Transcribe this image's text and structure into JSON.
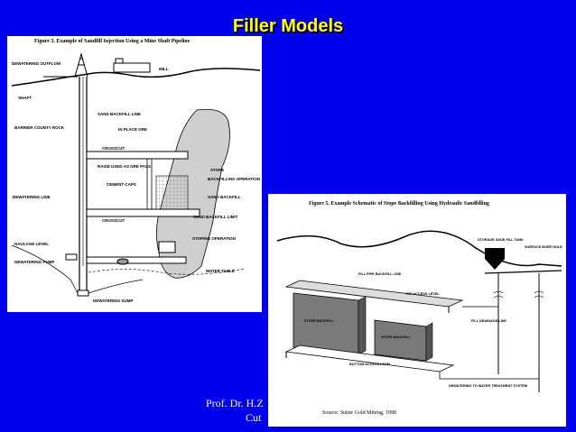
{
  "slide": {
    "title": "Filler Models",
    "background": "#0000ee",
    "title_color": "#ffff00",
    "footer_line1": "Prof. Dr. H.Z",
    "footer_line2": "Cut"
  },
  "figure3": {
    "caption": "Figure 3.  Example of Sandfill Injection Using a Mine Shaft Pipeline",
    "labels": {
      "dewatering_outflow": "DEWATERING OUTFLOW",
      "mill": "MILL",
      "shaft": "SHAFT",
      "sand_backfill_line": "SAND BACKFILL LINE",
      "barrier_country_rock": "BARRIER COUNTY ROCK",
      "in_place_ore": "IN PLACE ORE",
      "crosscut_top": "CROSSCUT",
      "stope": "STOPE",
      "raise": "RAISE USED AS ORE PASS",
      "cement_caps": "CEMENT CAPS",
      "backfilling_operation": "BACKFILLING OPERATION",
      "sand_backfill": "SAND BACKFILL",
      "dewatering_line": "DEWATERING LINE",
      "crosscut_bottom": "CROSSCUT",
      "sand_backfill_limit": "SAND BACKFILL LIMIT",
      "haulage_level": "HAULAGE LEVEL",
      "stoping_operation": "STOPING OPERATION",
      "dewatering_pump": "DEWATERING PUMP",
      "water_table": "WATER TABLE",
      "dewatering_sump": "DEWATERING SUMP"
    }
  },
  "figure5": {
    "caption": "Figure 5.  Example Schematic of Stope Backfilling Using Hydraulic Sandfilling",
    "source": "Source:  Sutter Gold Mining, 1998",
    "labels": {
      "storage_tank": "STORAGE SAND FILL TANK",
      "surface_bore_hole": "SURFACE BORE HOLE",
      "backfill_line": "FILL PIPE BACKFILL LINE",
      "top_access_level": "TOP ACCESS LEVEL",
      "stope_backfill_left": "STOPE BACKFILL",
      "stope_backfill_right": "STOPE BACKFILL",
      "drainage_line": "FILL DRAINAGE LINE",
      "bottom_access_level": "BOTTOM ACCESS LEVEL",
      "dewatering_line": "DEWATERING TO WATER TREATMENT SYSTEM"
    }
  }
}
